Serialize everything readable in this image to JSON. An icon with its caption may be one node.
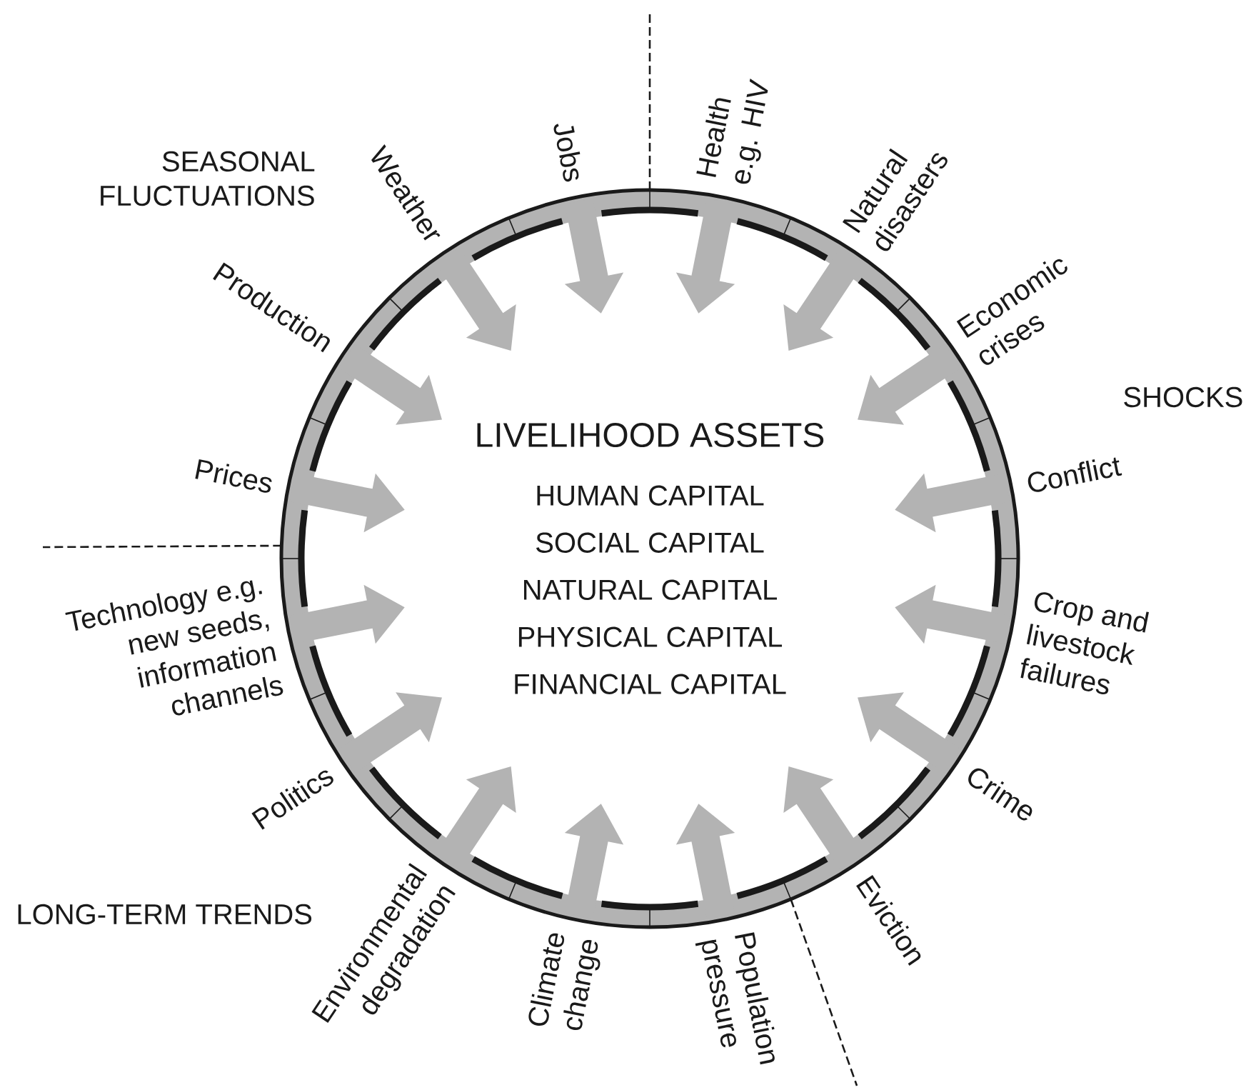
{
  "diagram": {
    "nodes": [
      {
        "text": [
          "LIVELIHOOD ASSETS",
          "HUMAN CAPITAL",
          "SOCIAL CAPITAL",
          "NATURAL CAPITAL",
          "PHYSICAL CAPITAL",
          "FINANCIAL CAPITAL"
        ]
      }
    ],
    "labels": [
      "SEASONAL FLUCTUATIONS",
      "Weather",
      "Jobs",
      "Health e.g. HIV",
      "Natural disasters",
      "Economic crises",
      "SHOCKS",
      "Conflict",
      "Crop and livestock failures",
      "Crime",
      "Eviction",
      "Population pressure",
      "Climate change",
      "Environmental degradation",
      "Politics",
      "Technology e.g. new seeds, information channels",
      "Prices",
      "Production",
      "LONG-TERM TRENDS"
    ]
  }
}
